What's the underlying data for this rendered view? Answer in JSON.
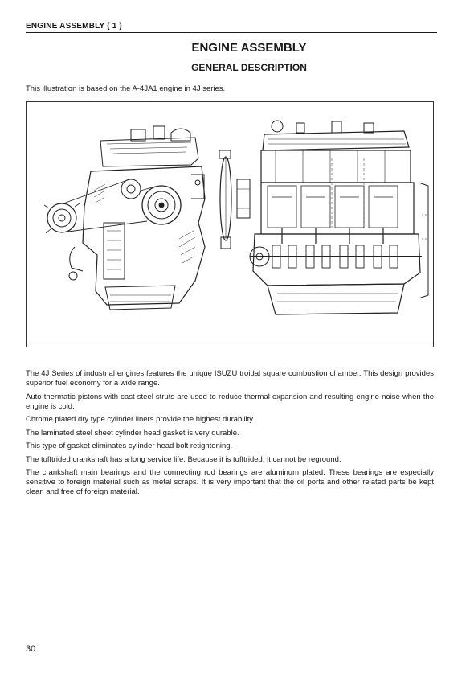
{
  "header": {
    "running_head": "ENGINE ASSEMBLY ( 1 )"
  },
  "main": {
    "title": "ENGINE ASSEMBLY",
    "subtitle": "GENERAL DESCRIPTION",
    "intro": "This illustration is based on the A-4JA1 engine in 4J series.",
    "paragraphs": [
      "The 4J Series of industrial engines features the unique ISUZU troidal square combustion chamber. This design provides superior fuel economy for a wide range.",
      "Auto-thermatic pistons with cast steel struts are used to reduce thermal expansion and resulting engine noise when the engine is cold.",
      "Chrome plated dry type cylinder liners provide the highest durability.",
      "The laminated steel sheet cylinder head gasket is very durable.",
      "This type of gasket eliminates cylinder head bolt retightening.",
      "The tufftrided crankshaft has a long service life. Because it is tufftrided, it cannot be reground.",
      "The crankshaft main bearings and the connecting rod bearings are aluminum plated. These bearings are especially sensitive to foreign material such as metal scraps. It is very important that the oil ports and other related parts be kept clean and free of foreign material."
    ]
  },
  "footer": {
    "page_number": "30"
  }
}
